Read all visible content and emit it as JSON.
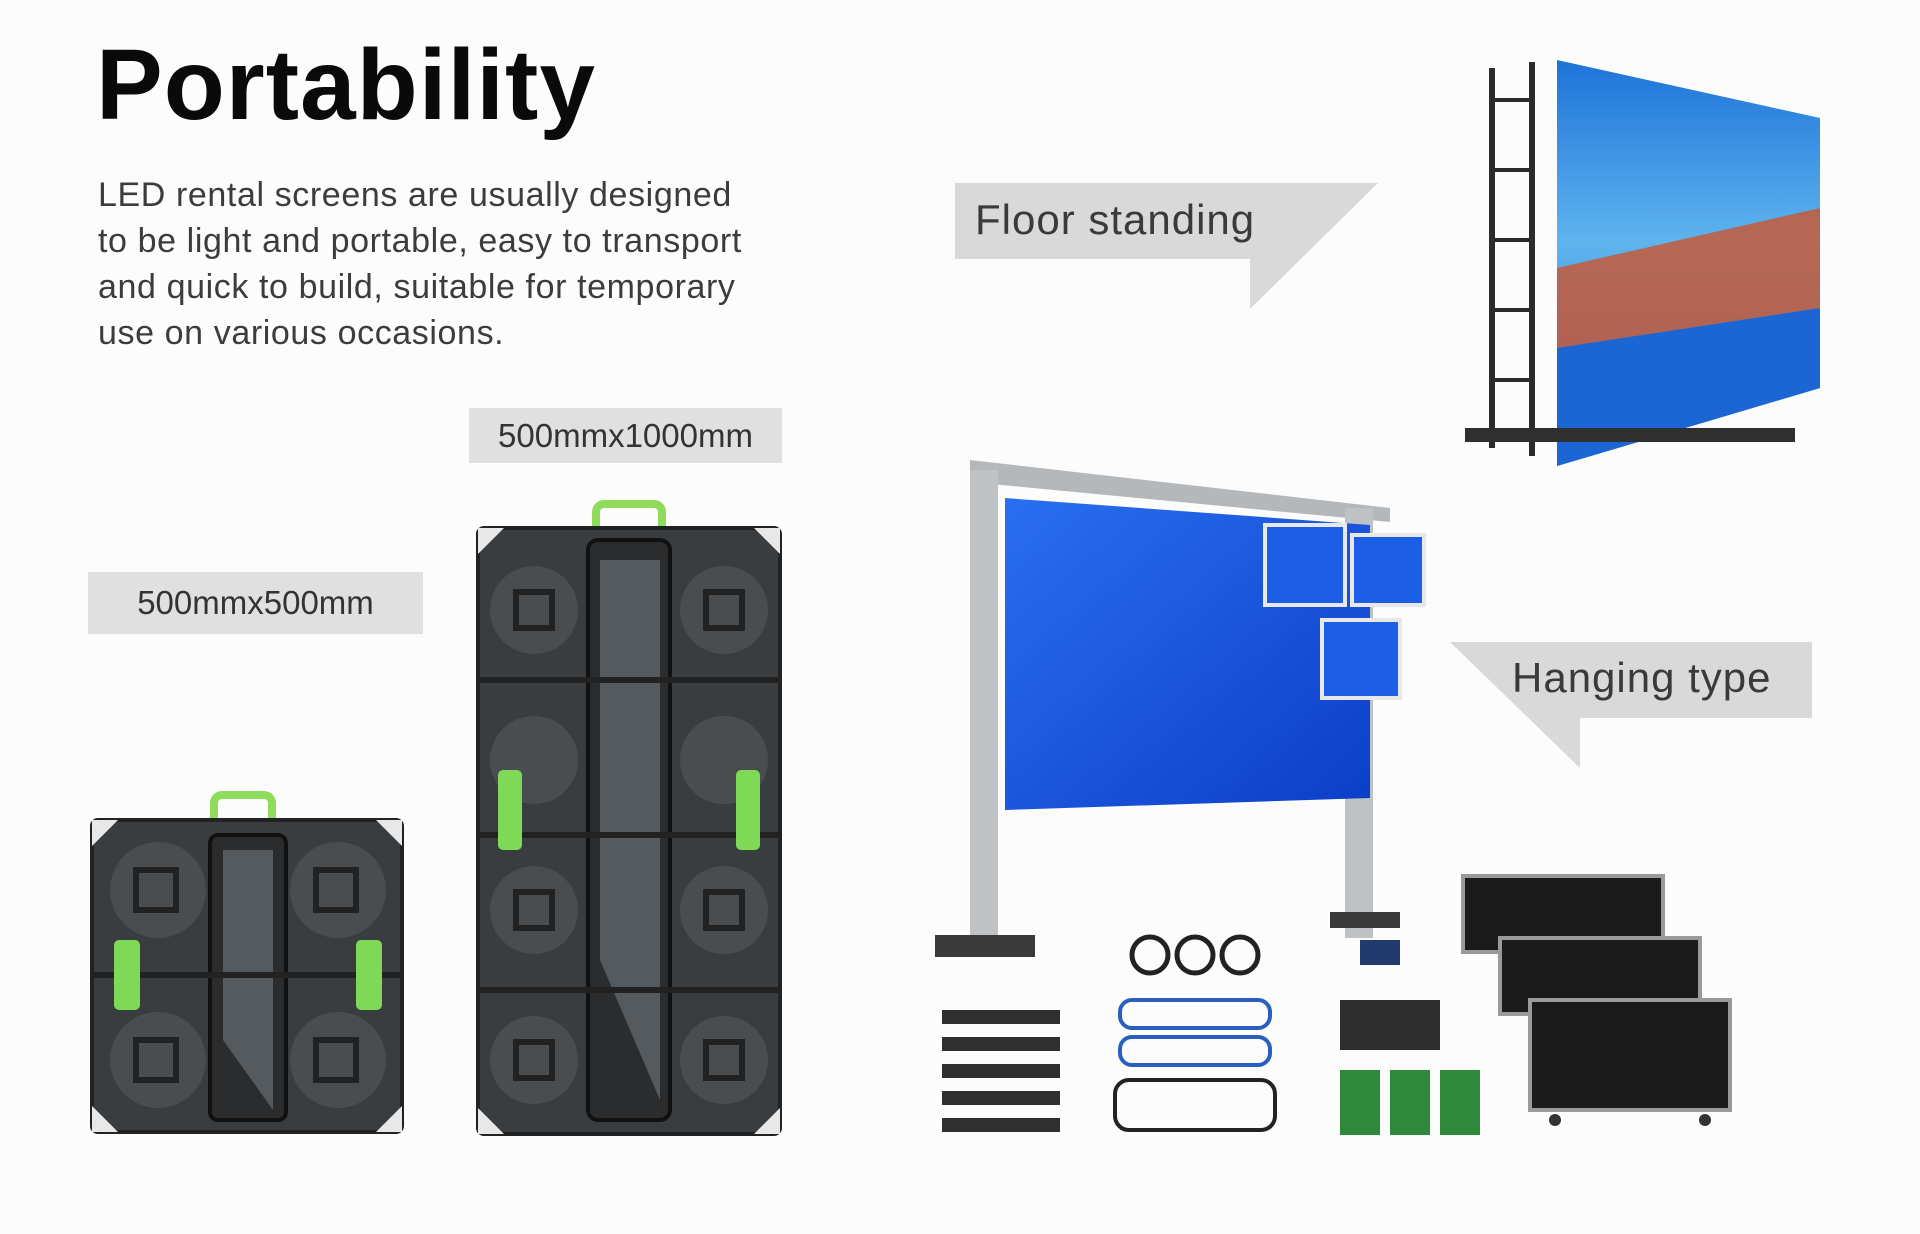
{
  "title": "Portability",
  "description": {
    "lines": [
      "LED rental screens are usually designed",
      "to be light and portable, easy to transport",
      "and quick to build, suitable for temporary",
      "use on various occasions."
    ]
  },
  "panels": {
    "small_size": "500mmx500mm",
    "large_size": "500mmx1000mm"
  },
  "callouts": {
    "floor": "Floor standing",
    "hanging": "Hanging type"
  },
  "colors": {
    "cabinet": "#3a3d40",
    "handle_green": "#7ed957",
    "screen_blue": "#1a5bd6",
    "label_bg": "#e0e0e0"
  }
}
